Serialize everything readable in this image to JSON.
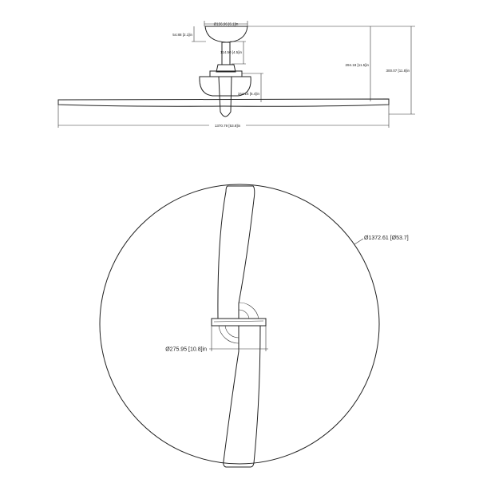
{
  "side_view": {
    "canopy_diameter": "Ø156.96 [6.1]in",
    "canopy_height": "54.88 [2.1]in",
    "downrod_length": "114.50 [4.5]in",
    "motor_height": "164.16 [6.4]in",
    "ceiling_to_blade": "294.18 [11.5]in",
    "overall_height": "300.07 [11.8]in",
    "blade_span": "1370.79 [53.8]in"
  },
  "bottom_view": {
    "sweep_diameter": "Ø1372.61 [Ø53.7]",
    "motor_diameter": "Ø275.95 [10.8]in"
  }
}
